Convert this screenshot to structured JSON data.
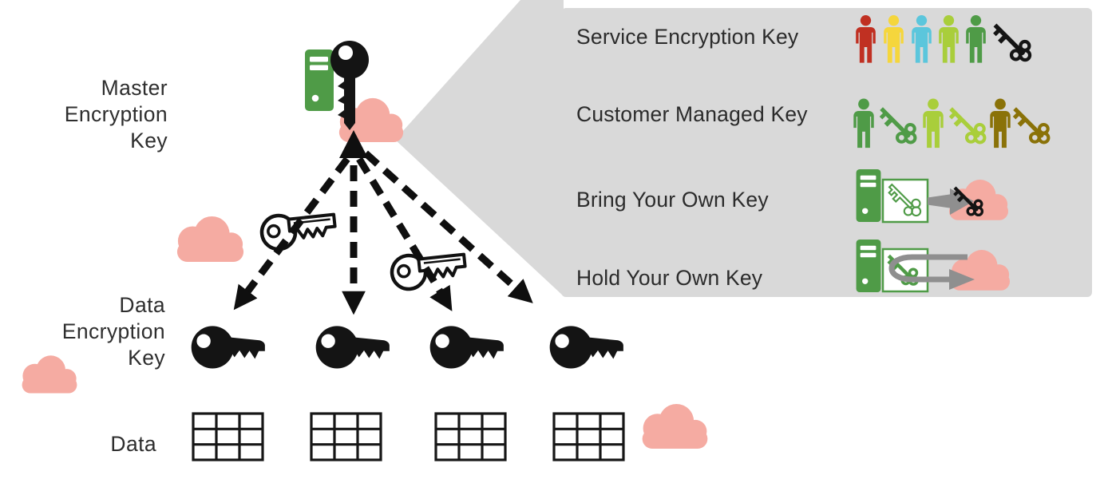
{
  "labels": {
    "master": [
      "Master",
      "Encryption",
      "Key"
    ],
    "dek": [
      "Data",
      "Encryption",
      "Key"
    ],
    "data": "Data"
  },
  "panel": {
    "rows": [
      {
        "label": "Service Encryption Key",
        "icons": [
          "person-icon-red",
          "person-icon-yellow",
          "person-icon-cyan",
          "person-icon-lime",
          "person-icon-green",
          "ornate-key-icon-black"
        ]
      },
      {
        "label": "Customer Managed Key",
        "icons": [
          "person-icon-green",
          "ornate-key-icon-green",
          "person-icon-lime",
          "ornate-key-icon-lime",
          "person-icon-olive",
          "ornate-key-icon-olive"
        ]
      },
      {
        "label": "Bring Your Own Key",
        "icons": [
          "hsm-server-icon",
          "key-box-outline-icon",
          "transfer-arrow-icon",
          "cloud-icon",
          "ornate-key-icon-black"
        ]
      },
      {
        "label": "Hold Your Own Key",
        "icons": [
          "hsm-server-icon",
          "key-box-icon",
          "roundtrip-arrow-icon",
          "cloud-icon"
        ]
      }
    ]
  },
  "diagram": {
    "master_icons": [
      "hsm-server-icon",
      "master-key-icon",
      "cloud-icon"
    ],
    "dek_keys_count": 4,
    "data_tables_count": 4,
    "wrapping_keys": [
      "outline-key-icon",
      "outline-key-icon"
    ],
    "clouds": [
      "cloud-icon",
      "cloud-icon",
      "cloud-icon",
      "cloud-icon"
    ]
  },
  "colors": {
    "panel_gray": "#d9d9d9",
    "cloud_pink": "#f5aba2",
    "green": "#4f9b47",
    "lime": "#a9ce3b",
    "cyan": "#5bc6dc",
    "red": "#c03022",
    "yellow": "#f5d63c",
    "olive": "#8a7208",
    "arrow_gray": "#8f8f8f",
    "ink": "#111111"
  }
}
